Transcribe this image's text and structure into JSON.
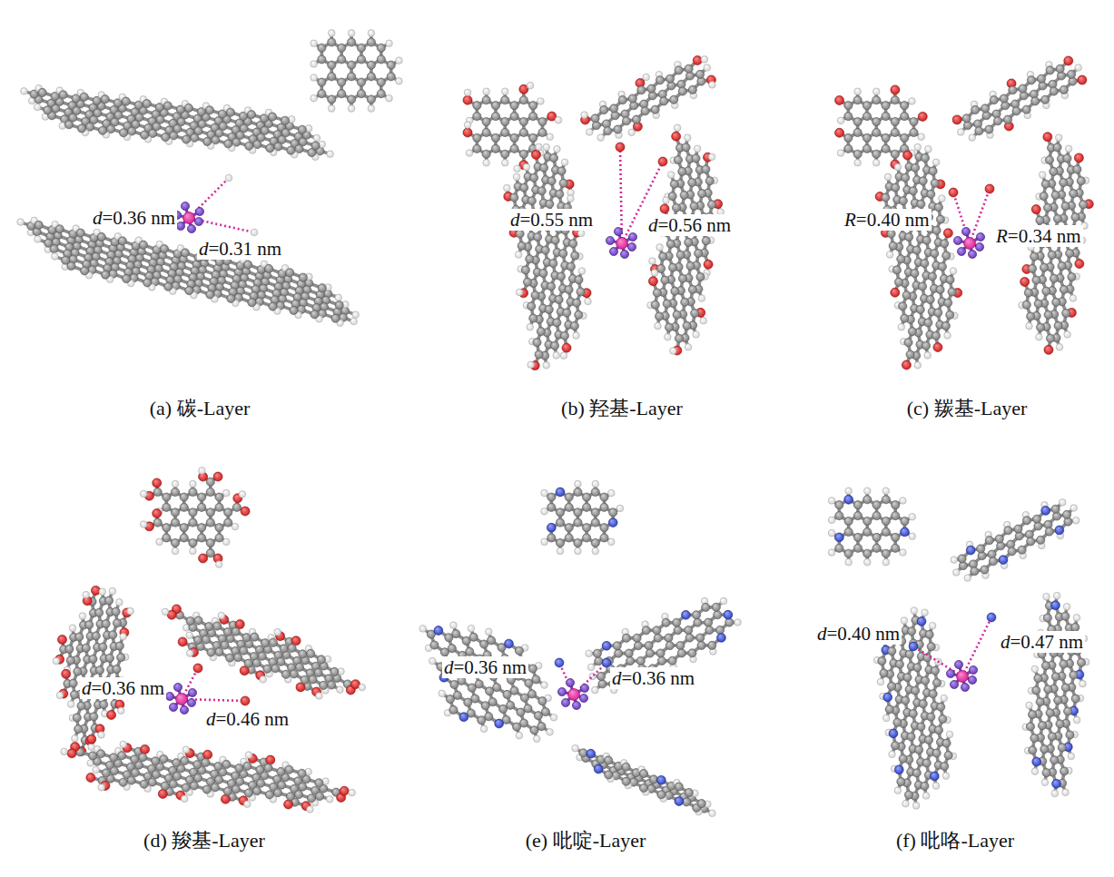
{
  "diagram": {
    "labels": [
      "d=0.36 nm",
      "d=0.31 nm",
      "d=0.55 nm",
      "d=0.56 nm",
      "R=0.40 nm",
      "R=0.34 nm",
      "d=0.36 nm",
      "d=0.46 nm",
      "d=0.36 nm",
      "d=0.36 nm",
      "d=0.40 nm",
      "d=0.47 nm",
      "(a) 碳-Layer",
      "(b) 羟基-Layer",
      "(c) 羰基-Layer",
      "(d) 羧基-Layer",
      "(e) 吡啶-Layer",
      "(f) 吡咯-Layer"
    ]
  }
}
